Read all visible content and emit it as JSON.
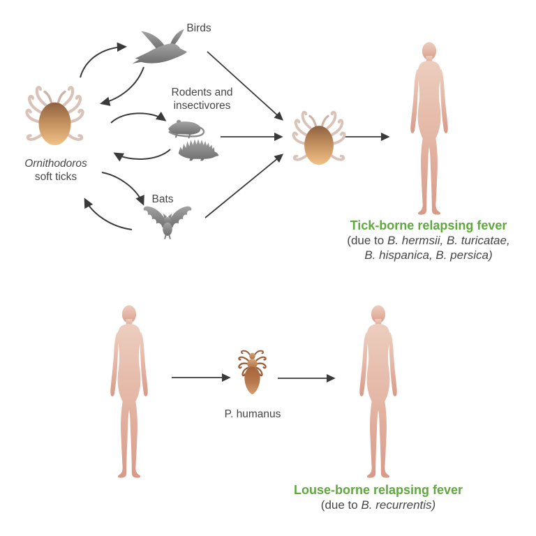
{
  "top_cycle": {
    "vector_label": {
      "line1_italic": "Ornithodoros",
      "line2": "soft ticks"
    },
    "reservoirs": {
      "birds_label": "Birds",
      "rodents_label_line1": "Rodents and",
      "rodents_label_line2": "insectivores",
      "bats_label": "Bats"
    },
    "disease": {
      "title": "Tick-borne relapsing fever",
      "cause_line1_prefix": "(due to ",
      "cause_line1_species": "B. hermsii, B. turicatae,",
      "cause_line2_species": "B. hispanica, B. persica)"
    }
  },
  "bottom_cycle": {
    "vector_label": "P. humanus",
    "disease": {
      "title": "Louse-borne relapsing fever",
      "cause_prefix": "(due to ",
      "cause_species": "B. recurrentis)"
    }
  },
  "colors": {
    "accent_green": "#5fa73f",
    "text_dark": "#454545",
    "arrow": "#3a3a3a",
    "animal_gray": "#8a8a8a",
    "tick_body_top": "#8e6140",
    "tick_body_bottom": "#f2c186",
    "tick_legs": "#d9c3b8",
    "louse_brown": "#9c5c38",
    "human_skin_top": "#eccdbe",
    "human_skin_bottom": "#d89a89"
  }
}
